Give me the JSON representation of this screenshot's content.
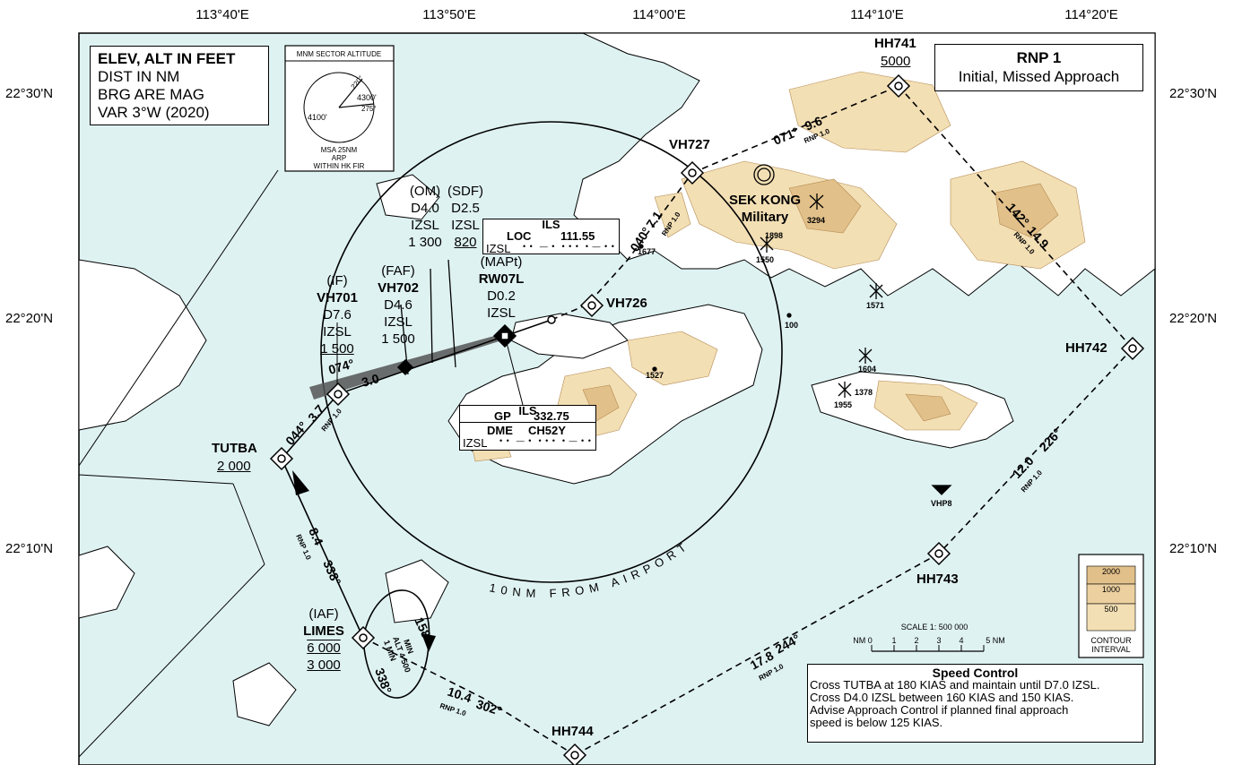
{
  "lon_labels": [
    "113°40'E",
    "113°50'E",
    "114°00'E",
    "114°10'E",
    "114°20'E"
  ],
  "lat_labels_left": [
    "22°30'N",
    "22°20'N",
    "22°10'N"
  ],
  "lat_labels_right": [
    "22°30'N",
    "22°20'N",
    "22°10'N"
  ],
  "legend_note": [
    "ELEV, ALT IN FEET",
    "DIST IN NM",
    "BRG ARE MAG",
    "VAR 3°W (2020)"
  ],
  "procedure": {
    "title": "RNP 1",
    "subtitle": "Initial, Missed Approach"
  },
  "msa": {
    "title": "MNM SECTOR ALTITUDE",
    "alt_a": "4300'",
    "alt_b": "4100'",
    "brg_a": "220°",
    "brg_b": "275°",
    "footer": [
      "MSA 25NM",
      "ARP",
      "WITHIN HK FIR"
    ]
  },
  "fixes": {
    "hh741": {
      "name": "HH741",
      "alt": "5000"
    },
    "vh727": {
      "name": "VH727"
    },
    "vh726": {
      "name": "VH726"
    },
    "hh742": {
      "name": "HH742"
    },
    "hh743": {
      "name": "HH743"
    },
    "hh744": {
      "name": "HH744"
    },
    "tutba": {
      "name": "TUTBA",
      "alt": "2 000"
    },
    "limes": {
      "role": "(IAF)",
      "name": "LIMES",
      "alt_max": "6 000",
      "alt_min": "3 000"
    },
    "vh701": {
      "role": "(IF)",
      "name": "VH701",
      "dist": "D7.6",
      "ref": "IZSL",
      "alt": "1 500"
    },
    "vh702": {
      "role": "(FAF)",
      "name": "VH702",
      "dist": "D4.6",
      "ref": "IZSL",
      "alt": "1 500"
    },
    "om": {
      "role": "(OM)",
      "dist": "D4.0",
      "ref": "IZSL",
      "alt": "1 300"
    },
    "sdf": {
      "role": "(SDF)",
      "dist": "D2.5",
      "ref": "IZSL",
      "alt": "820"
    },
    "mapt": {
      "role": "(MAPt)",
      "name": "RW07L",
      "dist": "D0.2",
      "ref": "IZSL"
    }
  },
  "airfield": {
    "name_1": "SEK KONG",
    "name_2": "Military"
  },
  "heliport": "VHP8",
  "circle_label": "10NM FROM AIRPORT",
  "legs": [
    {
      "brg": "071°",
      "dist": "9.6",
      "nav": "RNP 1.0"
    },
    {
      "brg": "142°",
      "dist": "14.9",
      "nav": "RNP 1.0"
    },
    {
      "brg": "226°",
      "dist": "12.0",
      "nav": "RNP 1.0"
    },
    {
      "brg": "244°",
      "dist": "17.8",
      "nav": "RNP 1.0"
    },
    {
      "brg": "302°",
      "dist": "10.4",
      "nav": "RNP 1.0"
    },
    {
      "brg": "338°",
      "dist": "8.4",
      "nav": "RNP 1.0"
    },
    {
      "brg": "044°",
      "dist": "3.7",
      "nav": "RNP 1.0"
    },
    {
      "brg": "074°",
      "dist": "3.0",
      "nav": ""
    },
    {
      "brg": "040°",
      "dist": "7.1",
      "nav": "RNP 1.0"
    }
  ],
  "hold": {
    "inbound": "338°",
    "outbound": "158°",
    "note_1": "MIN",
    "note_2": "ALT 4 500",
    "note_3": "1 MIN"
  },
  "loc": {
    "title": "ILS",
    "type": "LOC",
    "freq": "111.55",
    "ident": "IZSL"
  },
  "gp": {
    "title": "ILS",
    "gp_label": "GP",
    "gp_freq": "332.75",
    "dme_label": "DME",
    "dme_ch": "CH52Y",
    "ident": "IZSL"
  },
  "elevations": [
    "3294",
    "1898",
    "1550",
    "1571",
    "1677",
    "1527",
    "1955",
    "1378",
    "1604",
    "100"
  ],
  "speed_control": {
    "title": "Speed Control",
    "lines": [
      "Cross TUTBA at 180 KIAS and maintain until D7.0 IZSL.",
      "Cross D4.0 IZSL between 160 KIAS and 150 KIAS.",
      "Advise Approach Control if planned final approach",
      "speed is below 125 KIAS."
    ]
  },
  "scale": {
    "title": "SCALE 1: 500 000",
    "ticks": [
      "NM 0",
      "1",
      "2",
      "3",
      "4",
      "5 NM"
    ]
  },
  "contour": {
    "levels": [
      "2000",
      "1000",
      "500"
    ],
    "caption_1": "CONTOUR",
    "caption_2": "INTERVAL"
  },
  "colors": {
    "sea": "#dff2f2",
    "land": "#ffffff",
    "terrain_low": "#f3dfb4",
    "terrain_high": "#e2c08a",
    "ink": "#000000"
  }
}
